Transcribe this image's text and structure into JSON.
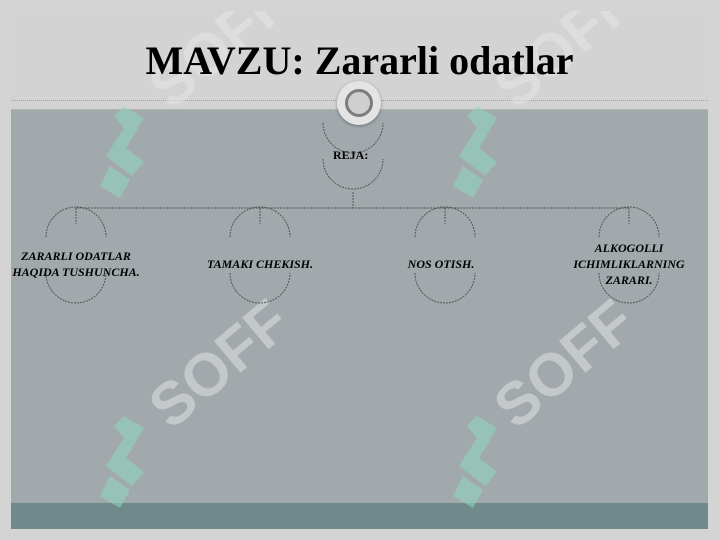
{
  "slide": {
    "title": "MAVZU: Zararli odatlar"
  },
  "diagram": {
    "root": {
      "label": "REJA:"
    },
    "children": [
      {
        "label": "ZARARLI ODATLAR HAQIDA TUSHUNCHA."
      },
      {
        "label": "TAMAKI CHEKISH."
      },
      {
        "label": "NOS OTISH."
      },
      {
        "label": "ALKOGOLLI ICHIMLIKLARNING ZARARI."
      }
    ]
  },
  "watermark": {
    "text": "SOFF",
    "color": "#8fd9bf"
  },
  "colors": {
    "header": "#d3d3d3",
    "body": "#a2a9ac",
    "footer": "#6f8a8b"
  }
}
